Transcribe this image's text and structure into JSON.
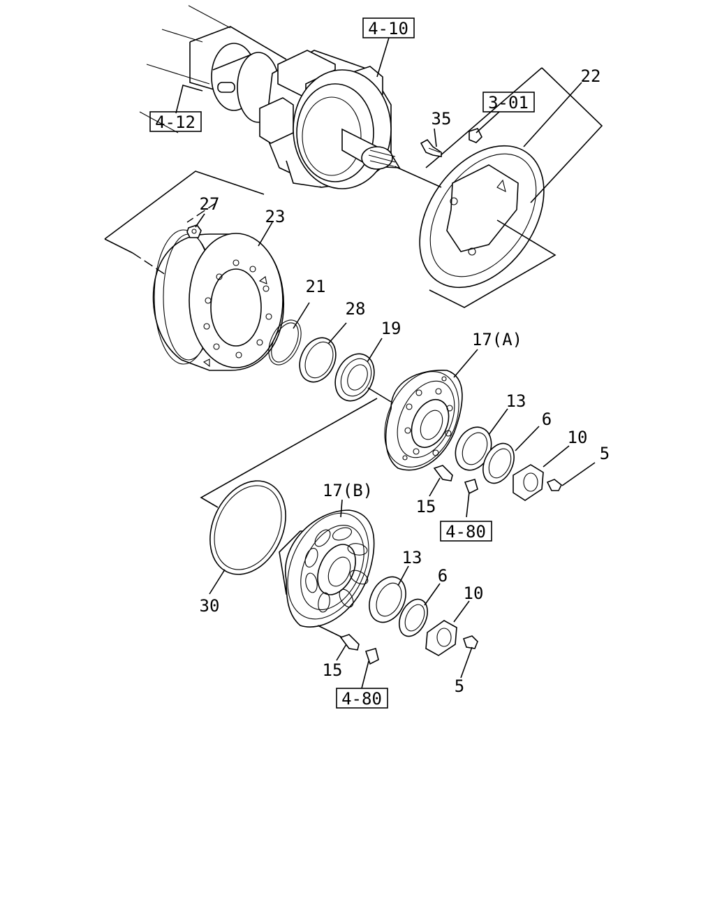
{
  "refs": [
    "4-10",
    "4-12",
    "3-01",
    "4-80",
    "4-80"
  ],
  "labels": [
    "22",
    "35",
    "27",
    "23",
    "21",
    "28",
    "19",
    "17(A)",
    "13",
    "6",
    "10",
    "5",
    "15",
    "17(B)",
    "30",
    "13",
    "6",
    "10",
    "15",
    "5"
  ]
}
